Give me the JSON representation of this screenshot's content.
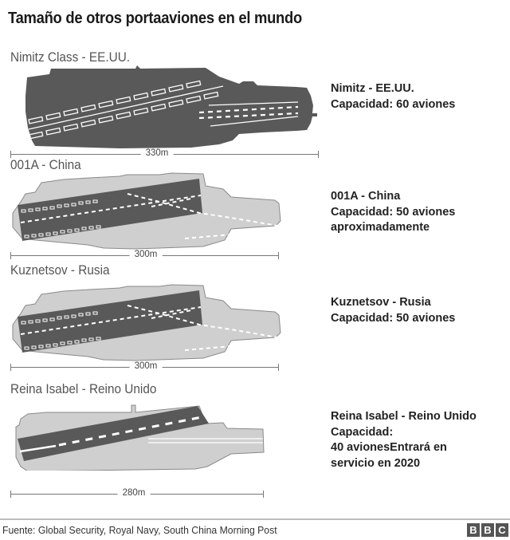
{
  "title": "Tamaño de otros portaaviones en el mundo",
  "ships": [
    {
      "label": "Nimitz Class - EE.UU.",
      "length": "330m",
      "info": [
        "Nimitz - EE.UU.",
        "Capacidad: 60 aviones"
      ]
    },
    {
      "label": "001A - China",
      "length": "300m",
      "info": [
        "001A - China",
        "Capacidad: 50 aviones",
        "aproximadamente"
      ]
    },
    {
      "label": "Kuznetsov - Rusia",
      "length": "300m",
      "info": [
        "Kuznetsov - Rusia",
        "Capacidad: 50 aviones"
      ]
    },
    {
      "label": "Reina Isabel - Reino Unido",
      "length": "280m",
      "info": [
        "Reina Isabel - Reino Unido",
        "Capacidad:",
        "40 avionesEntrará en",
        "servicio en 2020"
      ]
    }
  ],
  "footer": {
    "source": "Fuente: Global Security, Royal Navy, South China Morning Post",
    "logo": [
      "B",
      "B",
      "C"
    ]
  },
  "colors": {
    "dark_hull": "#595959",
    "light_hull": "#cfcfcf",
    "hull_outline": "#8a8a8a",
    "deck_marks": "#ffffff"
  }
}
